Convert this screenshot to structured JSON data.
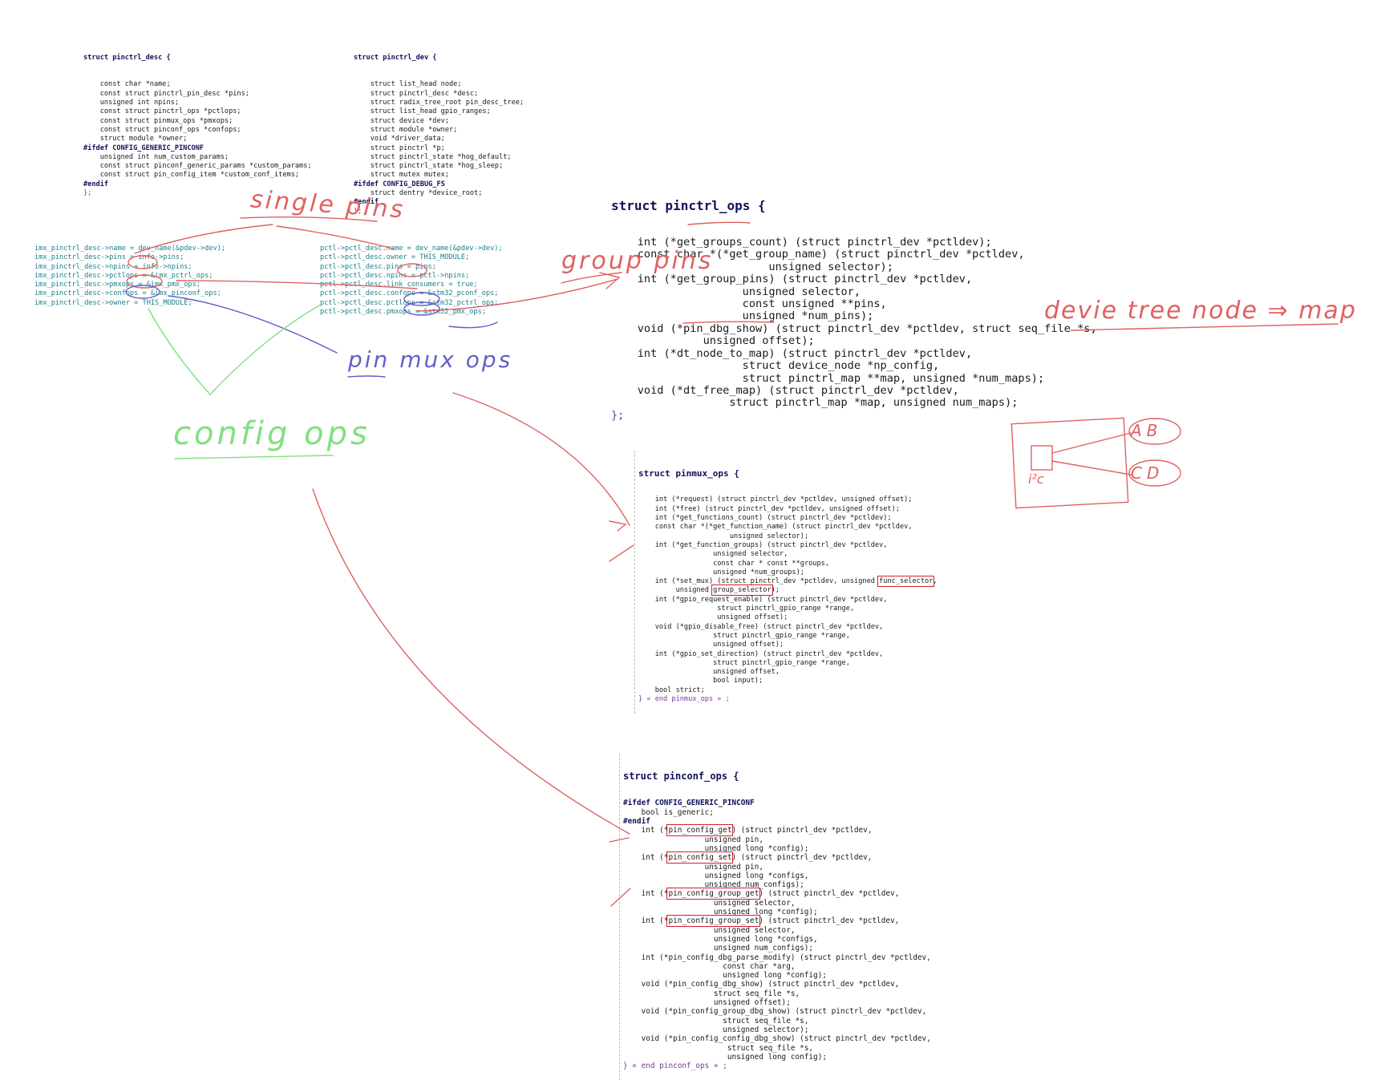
{
  "pinctrl_desc": {
    "header": "struct pinctrl_desc {",
    "lines": [
      "    const char *name;",
      "    const struct pinctrl_pin_desc *pins;",
      "    unsigned int npins;",
      "    const struct pinctrl_ops *pctlops;",
      "    const struct pinmux_ops *pmxops;",
      "    const struct pinconf_ops *confops;",
      "    struct module *owner;",
      "#ifdef CONFIG_GENERIC_PINCONF",
      "    unsigned int num_custom_params;",
      "    const struct pinconf_generic_params *custom_params;",
      "    const struct pin_config_item *custom_conf_items;",
      "#endif",
      "};"
    ]
  },
  "pinctrl_dev": {
    "header": "struct pinctrl_dev {",
    "lines": [
      "    struct list_head node;",
      "    struct pinctrl_desc *desc;",
      "    struct radix_tree_root pin_desc_tree;",
      "    struct list_head gpio_ranges;",
      "    struct device *dev;",
      "    struct module *owner;",
      "    void *driver_data;",
      "    struct pinctrl *p;",
      "    struct pinctrl_state *hog_default;",
      "    struct pinctrl_state *hog_sleep;",
      "    struct mutex mutex;",
      "#ifdef CONFIG_DEBUG_FS",
      "    struct dentry *device_root;",
      "#endif",
      "};"
    ]
  },
  "imx_init": {
    "lines": [
      "imx_pinctrl_desc->name = dev_name(&pdev->dev);",
      "imx_pinctrl_desc->pins = info->pins;",
      "imx_pinctrl_desc->npins = info->npins;",
      "imx_pinctrl_desc->pctlops = &imx_pctrl_ops;",
      "imx_pinctrl_desc->pmxops = &imx_pmx_ops;",
      "imx_pinctrl_desc->confops = &imx_pinconf_ops;",
      "imx_pinctrl_desc->owner = THIS_MODULE;"
    ]
  },
  "stm32_init": {
    "lines": [
      "pctl->pctl_desc.name = dev_name(&pdev->dev);",
      "pctl->pctl_desc.owner = THIS_MODULE;",
      "pctl->pctl_desc.pins = pins;",
      "pctl->pctl_desc.npins = pctl->npins;",
      "pctl->pctl_desc.link_consumers = true;",
      "pctl->pctl_desc.confops = &stm32_pconf_ops;",
      "pctl->pctl_desc.pctlops = &stm32_pctrl_ops;",
      "pctl->pctl_desc.pmxops = &stm32_pmx_ops;"
    ]
  },
  "pinctrl_ops": {
    "header": "struct pinctrl_ops {",
    "lines": [
      "    int (*get_groups_count) (struct pinctrl_dev *pctldev);",
      "    const char *(*get_group_name) (struct pinctrl_dev *pctldev,",
      "                        unsigned selector);",
      "    int (*get_group_pins) (struct pinctrl_dev *pctldev,",
      "                    unsigned selector,",
      "                    const unsigned **pins,",
      "                    unsigned *num_pins);",
      "    void (*pin_dbg_show) (struct pinctrl_dev *pctldev, struct seq_file *s,",
      "              unsigned offset);",
      "    int (*dt_node_to_map) (struct pinctrl_dev *pctldev,",
      "                    struct device_node *np_config,",
      "                    struct pinctrl_map **map, unsigned *num_maps);",
      "    void (*dt_free_map) (struct pinctrl_dev *pctldev,",
      "                  struct pinctrl_map *map, unsigned num_maps);",
      "};"
    ]
  },
  "pinmux_ops": {
    "header": "struct pinmux_ops {",
    "lines": [
      "    int (*request) (struct pinctrl_dev *pctldev, unsigned offset);",
      "    int (*free) (struct pinctrl_dev *pctldev, unsigned offset);",
      "    int (*get_functions_count) (struct pinctrl_dev *pctldev);",
      "    const char *(*get_function_name) (struct pinctrl_dev *pctldev,",
      "                      unsigned selector);",
      "    int (*get_function_groups) (struct pinctrl_dev *pctldev,",
      "                  unsigned selector,",
      "                  const char * const **groups,",
      "                  unsigned *num_groups);",
      "    int (*set_mux) (struct pinctrl_dev *pctldev, unsigned func_selector,",
      "         unsigned group_selector);",
      "    int (*gpio_request_enable) (struct pinctrl_dev *pctldev,",
      "                   struct pinctrl_gpio_range *range,",
      "                   unsigned offset);",
      "    void (*gpio_disable_free) (struct pinctrl_dev *pctldev,",
      "                  struct pinctrl_gpio_range *range,",
      "                  unsigned offset);",
      "    int (*gpio_set_direction) (struct pinctrl_dev *pctldev,",
      "                  struct pinctrl_gpio_range *range,",
      "                  unsigned offset,",
      "                  bool input);",
      "    bool strict;",
      "} « end pinmux_ops » ;"
    ]
  },
  "pinconf_ops": {
    "header": "struct pinconf_ops {",
    "lines": [
      "#ifdef CONFIG_GENERIC_PINCONF",
      "    bool is_generic;",
      "#endif",
      "    int (*pin_config_get) (struct pinctrl_dev *pctldev,",
      "                  unsigned pin,",
      "                  unsigned long *config);",
      "    int (*pin_config_set) (struct pinctrl_dev *pctldev,",
      "                  unsigned pin,",
      "                  unsigned long *configs,",
      "                  unsigned num_configs);",
      "    int (*pin_config_group_get) (struct pinctrl_dev *pctldev,",
      "                    unsigned selector,",
      "                    unsigned long *config);",
      "    int (*pin_config_group_set) (struct pinctrl_dev *pctldev,",
      "                    unsigned selector,",
      "                    unsigned long *configs,",
      "                    unsigned num_configs);",
      "    int (*pin_config_dbg_parse_modify) (struct pinctrl_dev *pctldev,",
      "                      const char *arg,",
      "                      unsigned long *config);",
      "    void (*pin_config_dbg_show) (struct pinctrl_dev *pctldev,",
      "                    struct seq_file *s,",
      "                    unsigned offset);",
      "    void (*pin_config_group_dbg_show) (struct pinctrl_dev *pctldev,",
      "                      struct seq_file *s,",
      "                      unsigned selector);",
      "    void (*pin_config_config_dbg_show) (struct pinctrl_dev *pctldev,",
      "                       struct seq_file *s,",
      "                       unsigned long config);",
      "} « end pinconf_ops » ;"
    ]
  },
  "annotations": {
    "single_pins": "single pins",
    "group_pins": "group pins",
    "pin_mux_ops": "pin mux ops",
    "config_ops": "config ops",
    "device_tree": "devie tree node ⇒ map",
    "ab": "AB",
    "cd": "CD",
    "i2c": "i²c"
  },
  "colors": {
    "red_ink": "#e06060",
    "blue_ink": "#6060c8",
    "green_ink": "#80e080",
    "box_red": "#d21f2a"
  }
}
